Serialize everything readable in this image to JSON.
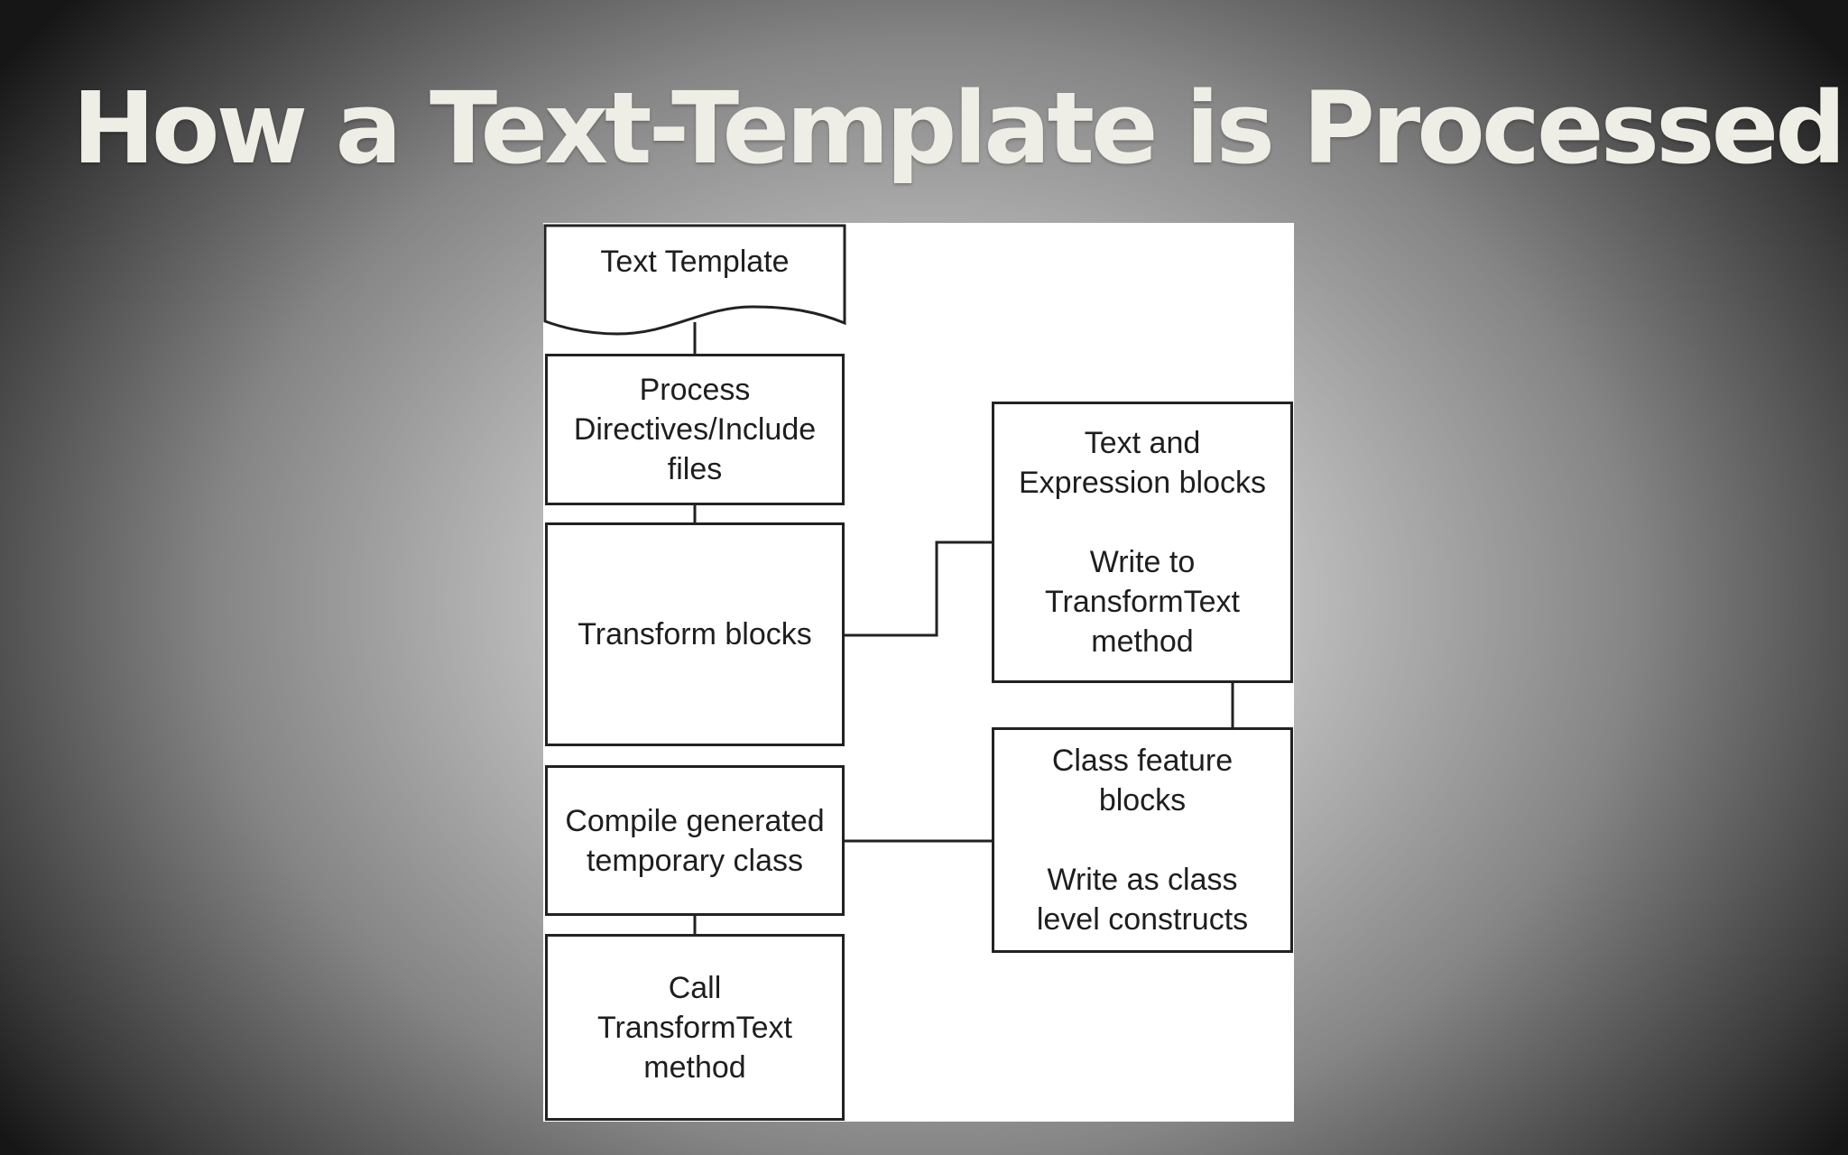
{
  "slide": {
    "title": "How a Text-Template is Processed"
  },
  "diagram": {
    "text_template": "Text Template",
    "process_directives": [
      "Process",
      "Directives/Include",
      "files"
    ],
    "transform_blocks": [
      "Transform blocks"
    ],
    "compile_class": [
      "Compile generated",
      "temporary class"
    ],
    "call_transform": [
      "Call",
      "TransformText",
      "method"
    ],
    "text_expression": [
      "Text and",
      "Expression blocks",
      "",
      "Write to",
      "TransformText",
      "method"
    ],
    "class_feature": [
      "Class feature",
      "blocks",
      "",
      "Write as class",
      "level constructs"
    ]
  },
  "colors": {
    "title": "#efeee6",
    "line": "#222222",
    "panel": "#ffffff"
  }
}
